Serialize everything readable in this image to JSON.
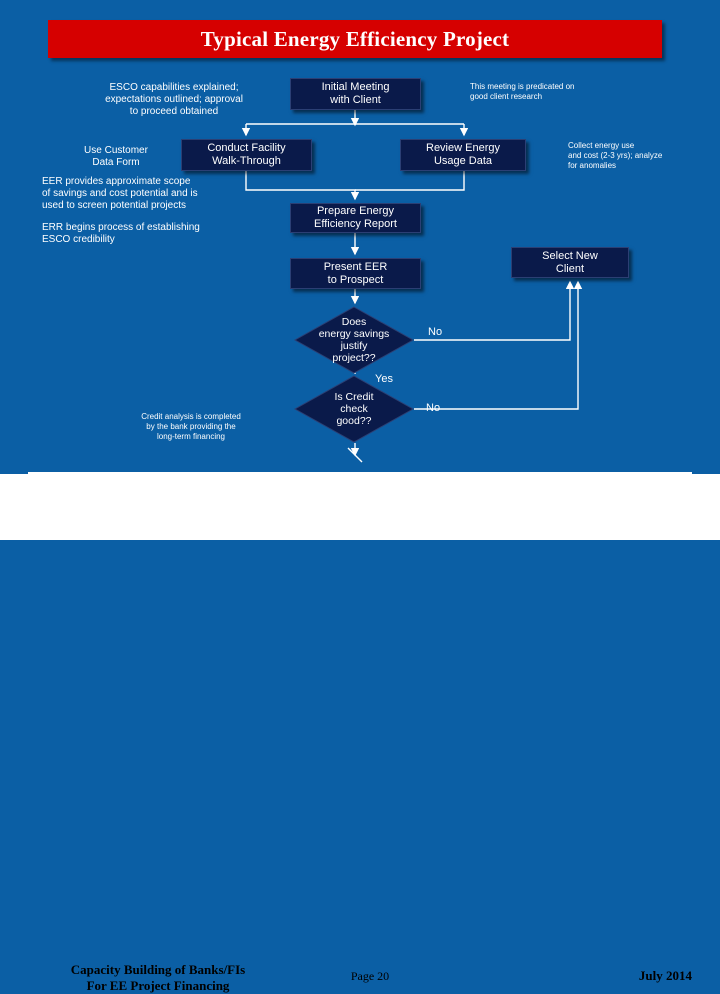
{
  "slide": {
    "title": "Typical Energy Efficiency Project",
    "background_color": "#0b5fa5",
    "title_bar_color": "#d60000",
    "box_color": "#0a1a4a"
  },
  "flow": {
    "boxes": [
      {
        "id": "initial-meeting",
        "label": "Initial Meeting\nwith Client"
      },
      {
        "id": "walk-through",
        "label": "Conduct Facility\nWalk-Through"
      },
      {
        "id": "review-usage",
        "label": "Review Energy\nUsage Data"
      },
      {
        "id": "prepare-report",
        "label": "Prepare Energy\nEfficiency Report"
      },
      {
        "id": "present-eer",
        "label": "Present  EER\nto Prospect"
      },
      {
        "id": "select-client",
        "label": "Select New\nClient"
      }
    ],
    "decisions": [
      {
        "id": "savings",
        "label": "Does\nenergy savings\njustify\nproject??"
      },
      {
        "id": "credit",
        "label": "Is Credit\ncheck\ngood??"
      }
    ],
    "edge_labels": {
      "no_1": "No",
      "yes_1": "Yes",
      "no_2": "No"
    }
  },
  "notes": [
    {
      "id": "esco-capabilities",
      "text": "ESCO capabilities explained;\nexpectations outlined; approval\nto proceed obtained"
    },
    {
      "id": "meeting-predicated",
      "text": "This meeting is predicated on\ngood client research"
    },
    {
      "id": "use-customer-data-form",
      "text": "Use Customer\nData Form"
    },
    {
      "id": "collect-energy-use",
      "text": "Collect energy use\nand  cost (2-3 yrs); analyze\nfor anomalies"
    },
    {
      "id": "eer-provides",
      "text": "EER provides approximate scope\nof savings and cost potential and is\nused to screen potential projects"
    },
    {
      "id": "err-begins",
      "text": "ERR begins process of establishing\nESCO credibility"
    },
    {
      "id": "credit-analysis",
      "text": "Credit analysis is completed\nby the bank providing the\nlong-term financing"
    }
  ],
  "footer": {
    "left": "Capacity Building of Banks/FIs\nFor EE Project Financing",
    "center": "Page 20",
    "right": "July 2014"
  }
}
